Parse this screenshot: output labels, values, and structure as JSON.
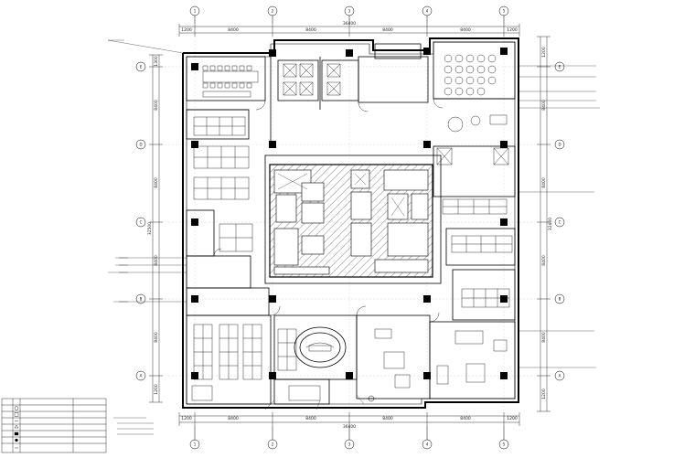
{
  "dimensions": {
    "top_total": "36400",
    "top_segments": [
      "1200",
      "8400",
      "8400",
      "8400",
      "8400",
      "1200"
    ],
    "bottom_total": "36400",
    "bottom_segments": [
      "1200",
      "8400",
      "8400",
      "8400",
      "8400",
      "1200"
    ],
    "left_total": "32500",
    "left_segments": [
      "1300",
      "8400",
      "8400",
      "8400",
      "8400",
      "1200"
    ],
    "right_total": "32400",
    "right_segments": [
      "1200",
      "8400",
      "8400",
      "8400",
      "8400",
      "1200"
    ]
  },
  "axes": {
    "columns": [
      "1",
      "2",
      "3",
      "4",
      "5"
    ],
    "rows": [
      "A",
      "B",
      "C",
      "D",
      "E"
    ]
  },
  "legend": {
    "rows": [
      {
        "symbol": "",
        "name": "",
        "spec": ""
      },
      {
        "symbol": "",
        "name": "",
        "spec": ""
      },
      {
        "symbol": "",
        "name": "",
        "spec": ""
      },
      {
        "symbol": "",
        "name": "",
        "spec": ""
      },
      {
        "symbol": "",
        "name": "",
        "spec": ""
      },
      {
        "symbol": "",
        "name": "",
        "spec": ""
      },
      {
        "symbol": "",
        "name": "",
        "spec": ""
      },
      {
        "symbol": "",
        "name": "",
        "spec": ""
      }
    ]
  },
  "colors": {
    "line": "#000000",
    "background": "#ffffff"
  }
}
